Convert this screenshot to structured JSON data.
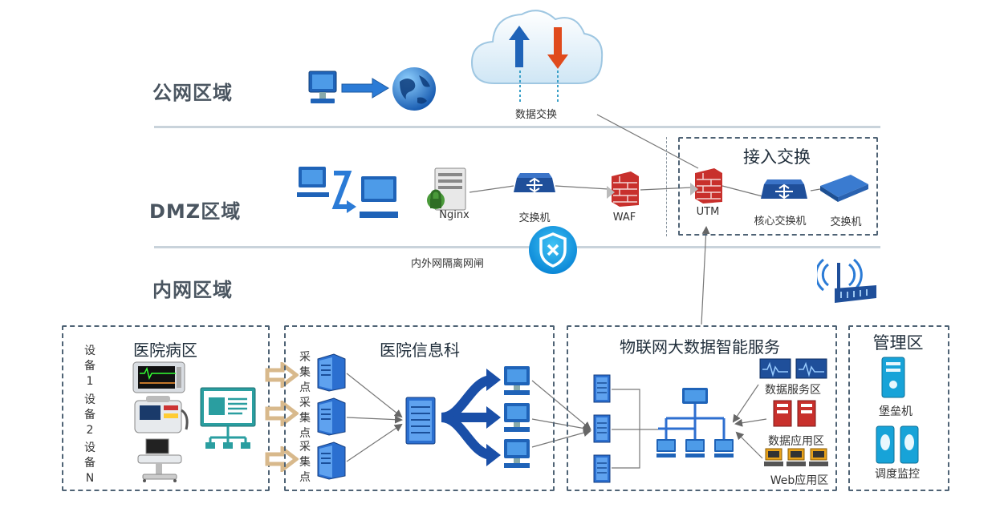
{
  "zones": {
    "public": "公网区域",
    "dmz": "DMZ区域",
    "intranet": "内网区域"
  },
  "cloud": {
    "label": "数据交换"
  },
  "dmz": {
    "nginx": "Nginx",
    "switch": "交换机",
    "waf": "WAF",
    "gateway": "内外网隔离网闸"
  },
  "access": {
    "title": "接入交换",
    "utm": "UTM",
    "core_switch": "核心交换机",
    "switch": "交换机"
  },
  "ward": {
    "title": "医院病区",
    "devices": [
      "设备1",
      "设备2",
      "设备N"
    ]
  },
  "info": {
    "title": "医院信息科",
    "collect_points": [
      "采集点",
      "采集点",
      "采集点"
    ]
  },
  "iot": {
    "title": "物联网大数据智能服务",
    "data_service": "数据服务区",
    "data_app": "数据应用区",
    "web_app": "Web应用区"
  },
  "mgmt": {
    "title": "管理区",
    "bastion": "堡垒机",
    "dispatch": "调度监控"
  },
  "colors": {
    "separator": "#c9d3db",
    "box_border": "#4f6375",
    "device_blue": "#1f63b8",
    "firewall_red": "#c8302c",
    "arrow_tan": "#d8b98c"
  }
}
